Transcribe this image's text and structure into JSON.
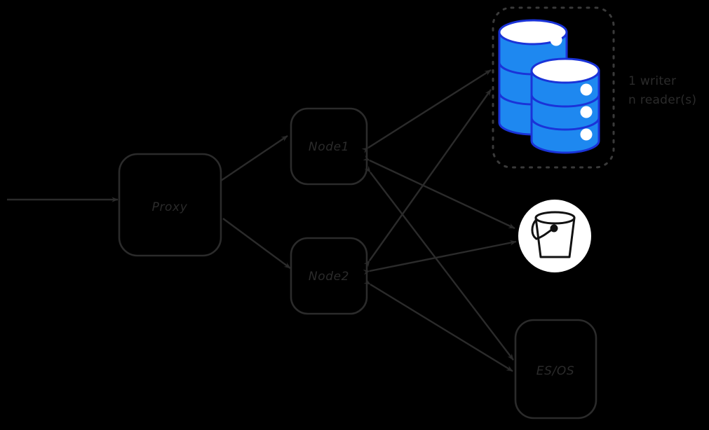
{
  "diagram": {
    "title": "Database proxy and node architecture",
    "background_color": "#000000",
    "stroke_color": "#2b2b2b",
    "db_fill_color": "#1e88f0",
    "db_stroke_color": "#1a33d8",
    "db_top_color": "#ffffff",
    "bucket_circle_color": "#ffffff",
    "bucket_stroke_color": "#111111"
  },
  "nodes": {
    "proxy": {
      "label": "Proxy"
    },
    "node1": {
      "label": "Node1"
    },
    "node2": {
      "label": "Node2"
    },
    "esos": {
      "label": "ES/OS"
    },
    "database_group": {
      "annotation_line1": "1 writer",
      "annotation_line2": "n reader(s)",
      "icon_name": "database-cylinders"
    },
    "bucket": {
      "icon_name": "object-storage-bucket"
    }
  },
  "edges": [
    {
      "from": "external",
      "to": "proxy",
      "direction": "one-way"
    },
    {
      "from": "proxy",
      "to": "node1",
      "direction": "one-way"
    },
    {
      "from": "proxy",
      "to": "node2",
      "direction": "one-way"
    },
    {
      "from": "node1",
      "to": "database_group",
      "direction": "two-way"
    },
    {
      "from": "node2",
      "to": "database_group",
      "direction": "two-way"
    },
    {
      "from": "node1",
      "to": "bucket",
      "direction": "two-way"
    },
    {
      "from": "node2",
      "to": "bucket",
      "direction": "two-way"
    },
    {
      "from": "node1",
      "to": "esos",
      "direction": "two-way"
    },
    {
      "from": "node2",
      "to": "esos",
      "direction": "two-way"
    }
  ]
}
